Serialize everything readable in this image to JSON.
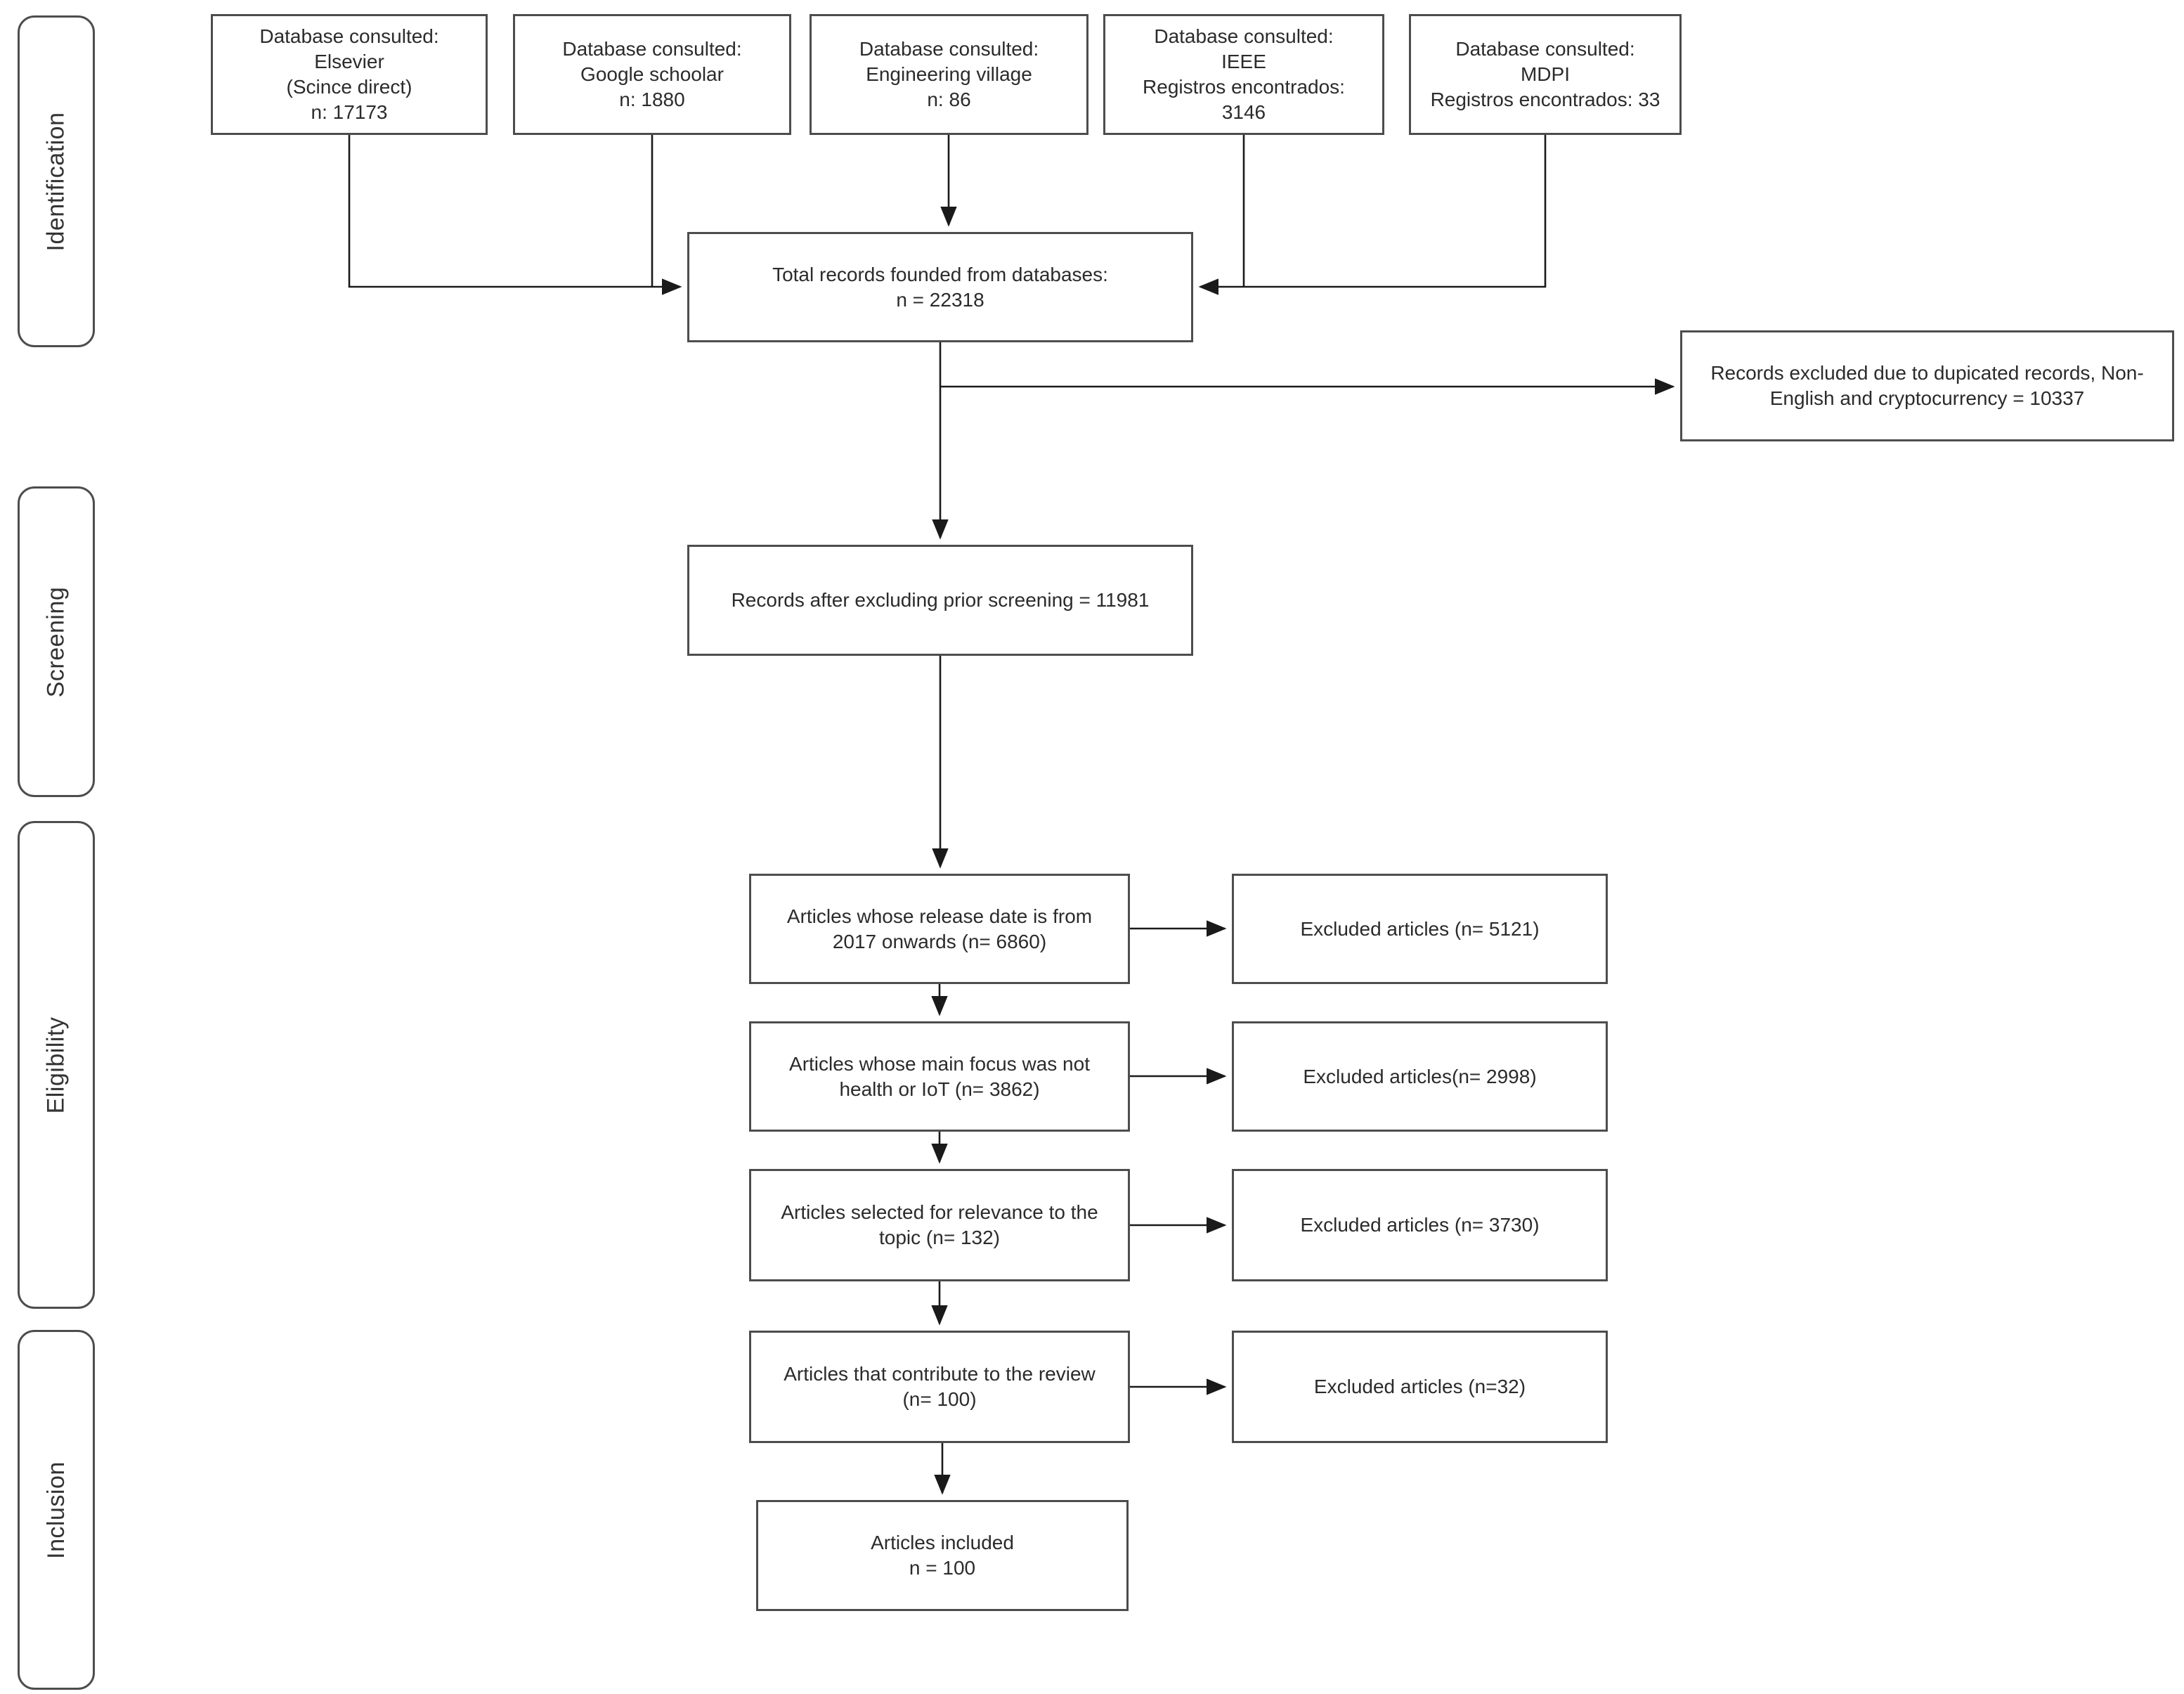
{
  "stages": {
    "identification": "Identification",
    "screening": "Screening",
    "eligibility": "Eligibility",
    "inclusion": "Inclusion"
  },
  "databases": [
    {
      "label": "Database consulted:\nElsevier\n(Scince direct)\nn: 17173"
    },
    {
      "label": "Database consulted:\nGoogle schoolar\nn: 1880"
    },
    {
      "label": "Database consulted:\nEngineering village\nn: 86"
    },
    {
      "label": "Database consulted:\nIEEE\nRegistros encontrados:\n3146"
    },
    {
      "label": "Database consulted:\nMDPI\nRegistros encontrados: 33"
    }
  ],
  "flow": {
    "total_records": "Total records founded from databases:\nn = 22318",
    "records_excluded": "Records excluded due to dupicated records, Non-\nEnglish and cryptocurrency = 10337",
    "records_after_screening": "Records after excluding prior screening = 11981",
    "steps": [
      {
        "main": "Articles whose release date is from\n2017 onwards (n= 6860)",
        "excluded": "Excluded articles (n= 5121)"
      },
      {
        "main": "Articles whose main focus was not\nhealth or IoT (n= 3862)",
        "excluded": "Excluded articles(n= 2998)"
      },
      {
        "main": "Articles selected for relevance to the\ntopic (n= 132)",
        "excluded": "Excluded articles (n= 3730)"
      },
      {
        "main": "Articles that contribute to the review\n(n= 100)",
        "excluded": "Excluded articles (n=32)"
      }
    ],
    "articles_included": "Articles included\nn = 100"
  },
  "colors": {
    "box_border": "#4d4d4d",
    "arrow": "#1a1a1a",
    "text": "#2b2b2b",
    "background": "#ffffff"
  }
}
